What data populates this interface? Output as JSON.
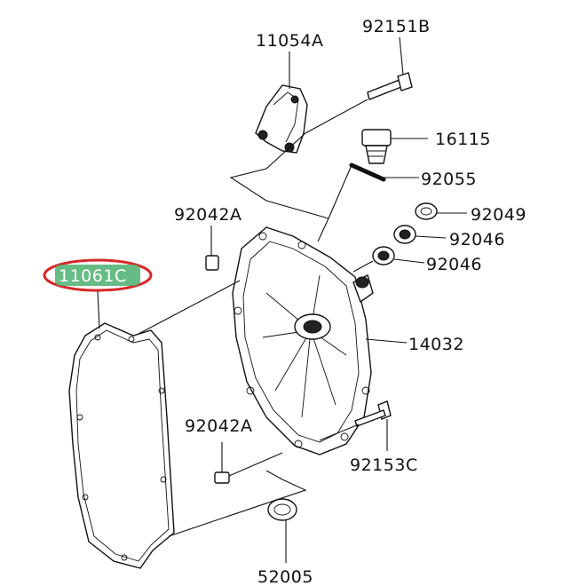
{
  "parts": {
    "bracket": "11054A",
    "bolt_top": "92151B",
    "filler_cap": "16115",
    "o_ring": "92055",
    "dowel_top": "92042A",
    "washer": "92049",
    "bearing_1": "92046",
    "bearing_2": "92046",
    "gasket": "11061C",
    "cover": "14032",
    "dowel_bottom": "92042A",
    "bolt_bottom": "92153C",
    "seal": "52005"
  },
  "colors": {
    "highlight_oval": "#d62828",
    "highlight_fill": "#4caf6e",
    "line": "#111111"
  }
}
